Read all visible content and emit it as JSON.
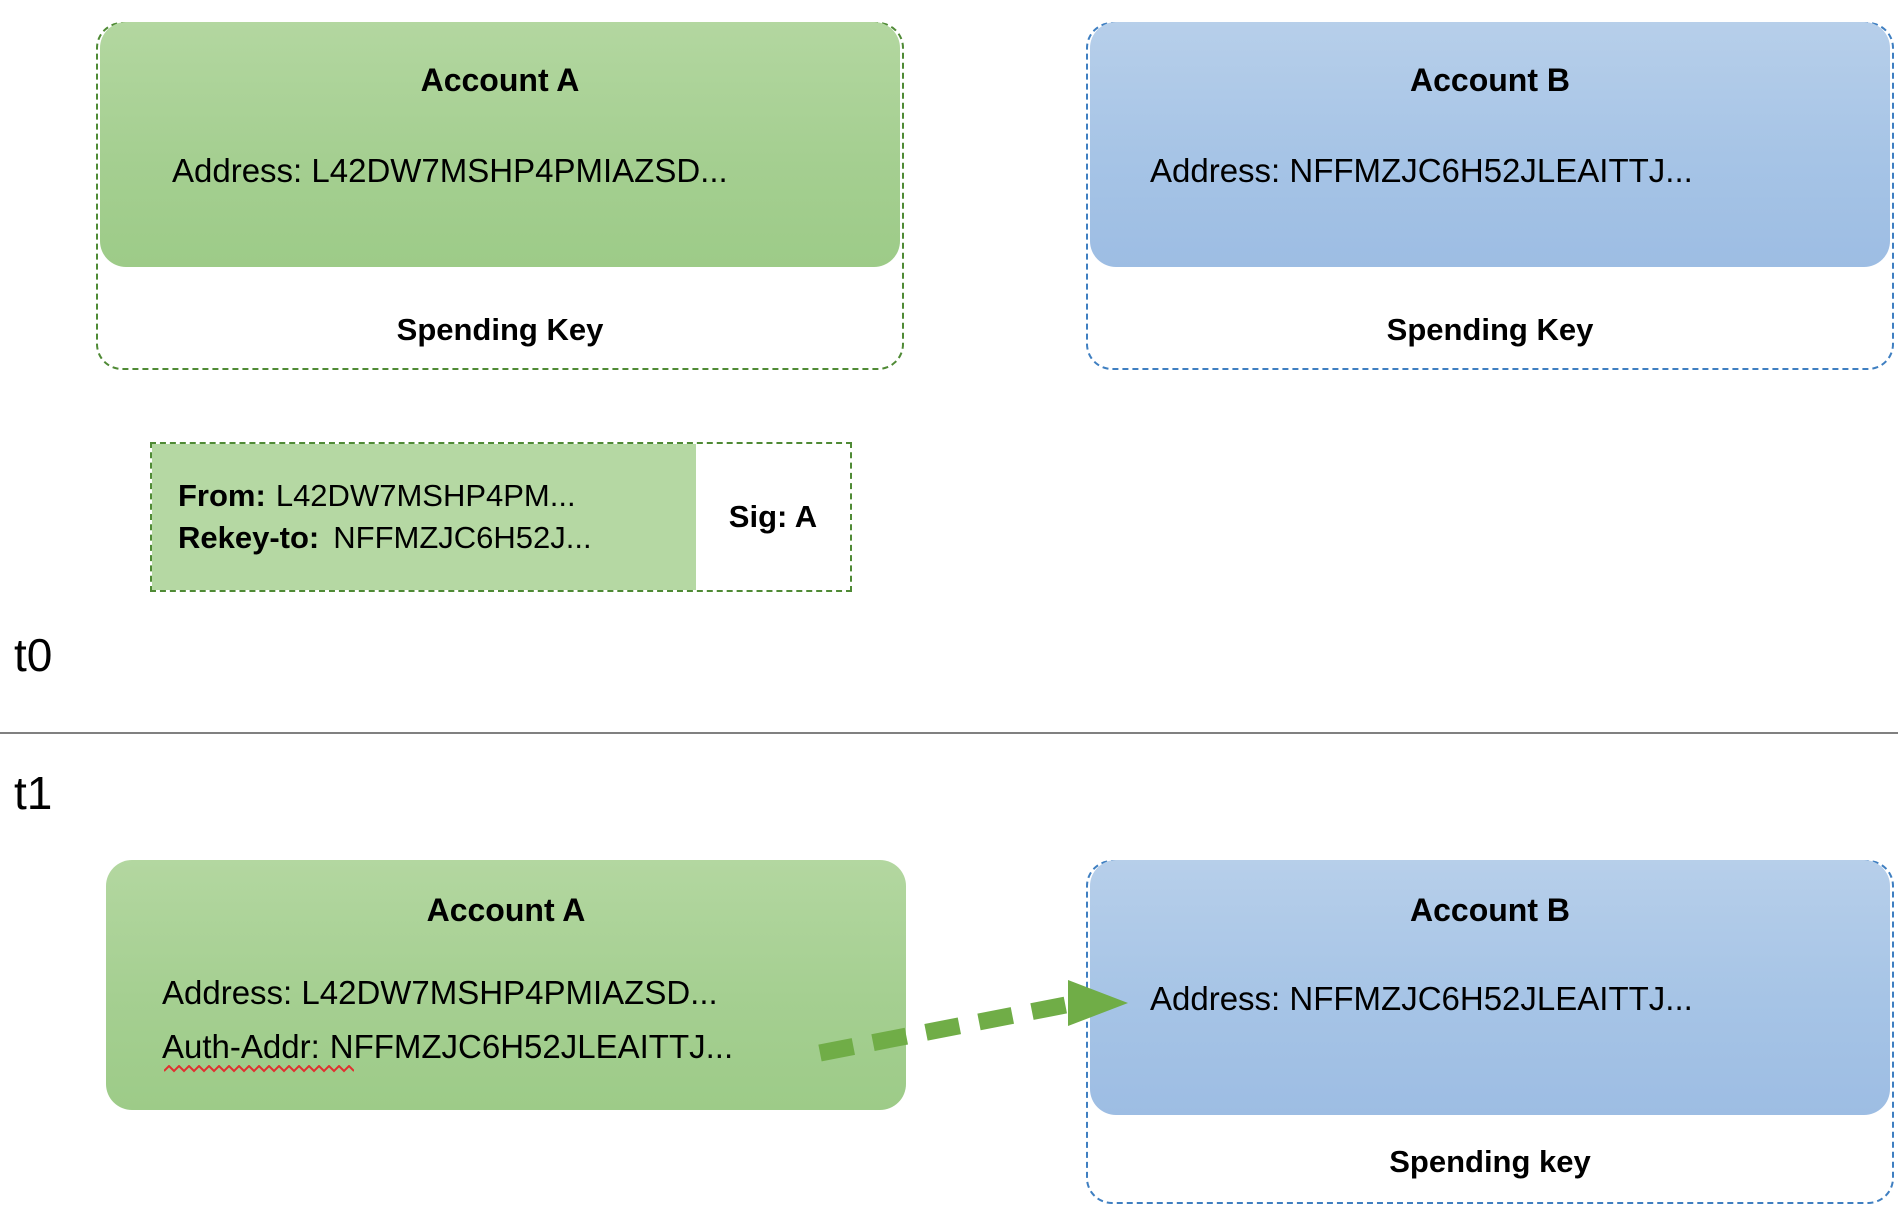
{
  "diagram": {
    "title_text_t0": "t0",
    "title_text_t1": "t1"
  },
  "timeline": {
    "t0": "t0",
    "t1": "t1"
  },
  "t0_stage": {
    "account_a": {
      "title": "Account A",
      "address_line": "Address: L42DW7MSHP4PMIAZSD...",
      "spending_key_label": "Spending Key",
      "fill_color": "#a8d08d",
      "border_color": "#4f8a35"
    },
    "account_b": {
      "title": "Account B",
      "address_line": "Address: NFFMZJC6H52JLEAITTJ...",
      "spending_key_label": "Spending Key",
      "fill_color": "#a6c4e6",
      "border_color": "#3f7fc1"
    },
    "transaction": {
      "from_key": "From:",
      "from_value": "L42DW7MSHP4PM...",
      "rekey_key": "Rekey-to:",
      "rekey_value": "NFFMZJC6H52J...",
      "signature": "Sig: A",
      "payload_fill": "#b5d8a3",
      "border_color": "#4f8a35"
    }
  },
  "t1_stage": {
    "account_a": {
      "title": "Account A",
      "address_line": "Address: L42DW7MSHP4PMIAZSD...",
      "auth_addr_key": "Auth-Addr:",
      "auth_addr_value": "NFFMZJC6H52JLEAITTJ...",
      "fill_color": "#a8d08d",
      "misspelled_word": "Auth-Addr"
    },
    "account_b": {
      "title": "Account B",
      "address_line": "Address: NFFMZJC6H52JLEAITTJ...",
      "spending_key_label": "Spending key",
      "fill_color": "#a6c4e6",
      "border_color": "#3f7fc1"
    },
    "arrow": {
      "semantic": "rekey-authorization-arrow",
      "color": "#70ad47",
      "style": "dashed",
      "from": "Account A Auth-Addr",
      "to": "Account B Address"
    }
  },
  "colors": {
    "green_fill": "#a8d08d",
    "green_border": "#4f8a35",
    "blue_fill": "#a6c4e6",
    "blue_border": "#3f7fc1",
    "arrow_green": "#70ad47",
    "divider_gray": "#808080",
    "spellcheck_red": "#e03030"
  }
}
